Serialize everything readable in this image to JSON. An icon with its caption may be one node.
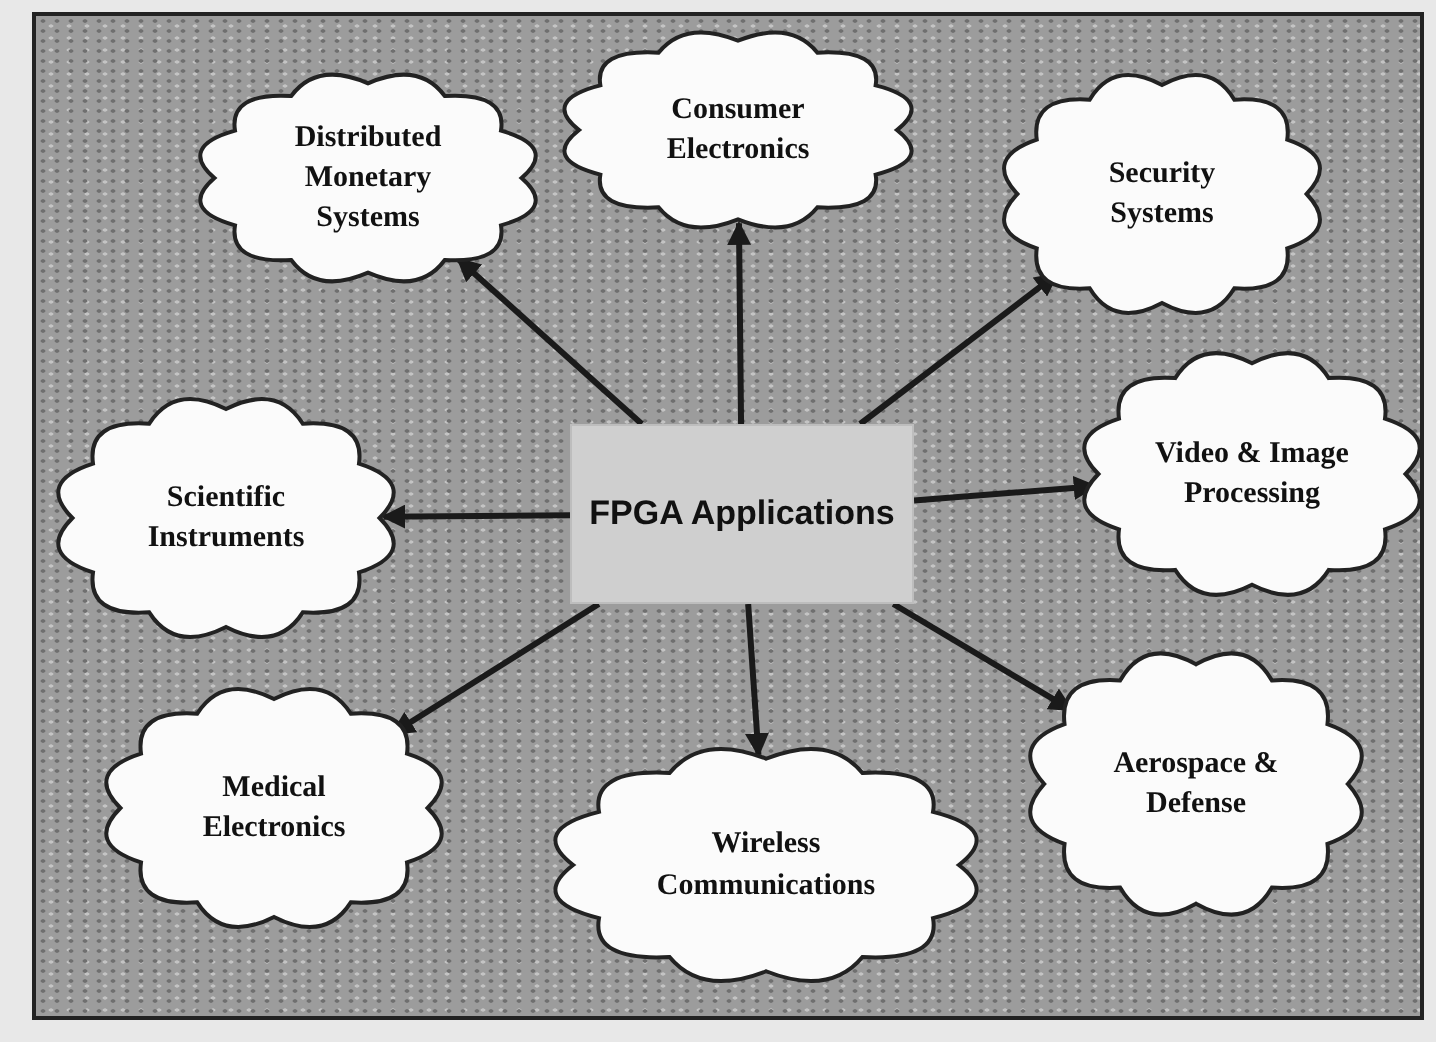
{
  "diagram": {
    "nodes": [
      {
        "text": [
          "Distributed Monetary Systems"
        ]
      },
      {
        "text": [
          "Consumer Electronics"
        ]
      },
      {
        "text": [
          "Security Systems"
        ]
      },
      {
        "text": [
          "Scientific Instruments"
        ]
      },
      {
        "text": [
          "FPGA Applications"
        ]
      },
      {
        "text": [
          "Video & Image Processing"
        ]
      },
      {
        "text": [
          "Medical Electronics"
        ]
      },
      {
        "text": [
          "Wireless Communications"
        ]
      },
      {
        "text": [
          "Aerospace & Defense"
        ]
      }
    ],
    "edges": [
      {
        "from": 4,
        "to": 0,
        "arrow": "to"
      },
      {
        "from": 4,
        "to": 1,
        "arrow": "to"
      },
      {
        "from": 4,
        "to": 2,
        "arrow": "to"
      },
      {
        "from": 4,
        "to": 3,
        "arrow": "to"
      },
      {
        "from": 4,
        "to": 5,
        "arrow": "to"
      },
      {
        "from": 4,
        "to": 6,
        "arrow": "to"
      },
      {
        "from": 4,
        "to": 7,
        "arrow": "to"
      },
      {
        "from": 4,
        "to": 8,
        "arrow": "to"
      }
    ]
  }
}
